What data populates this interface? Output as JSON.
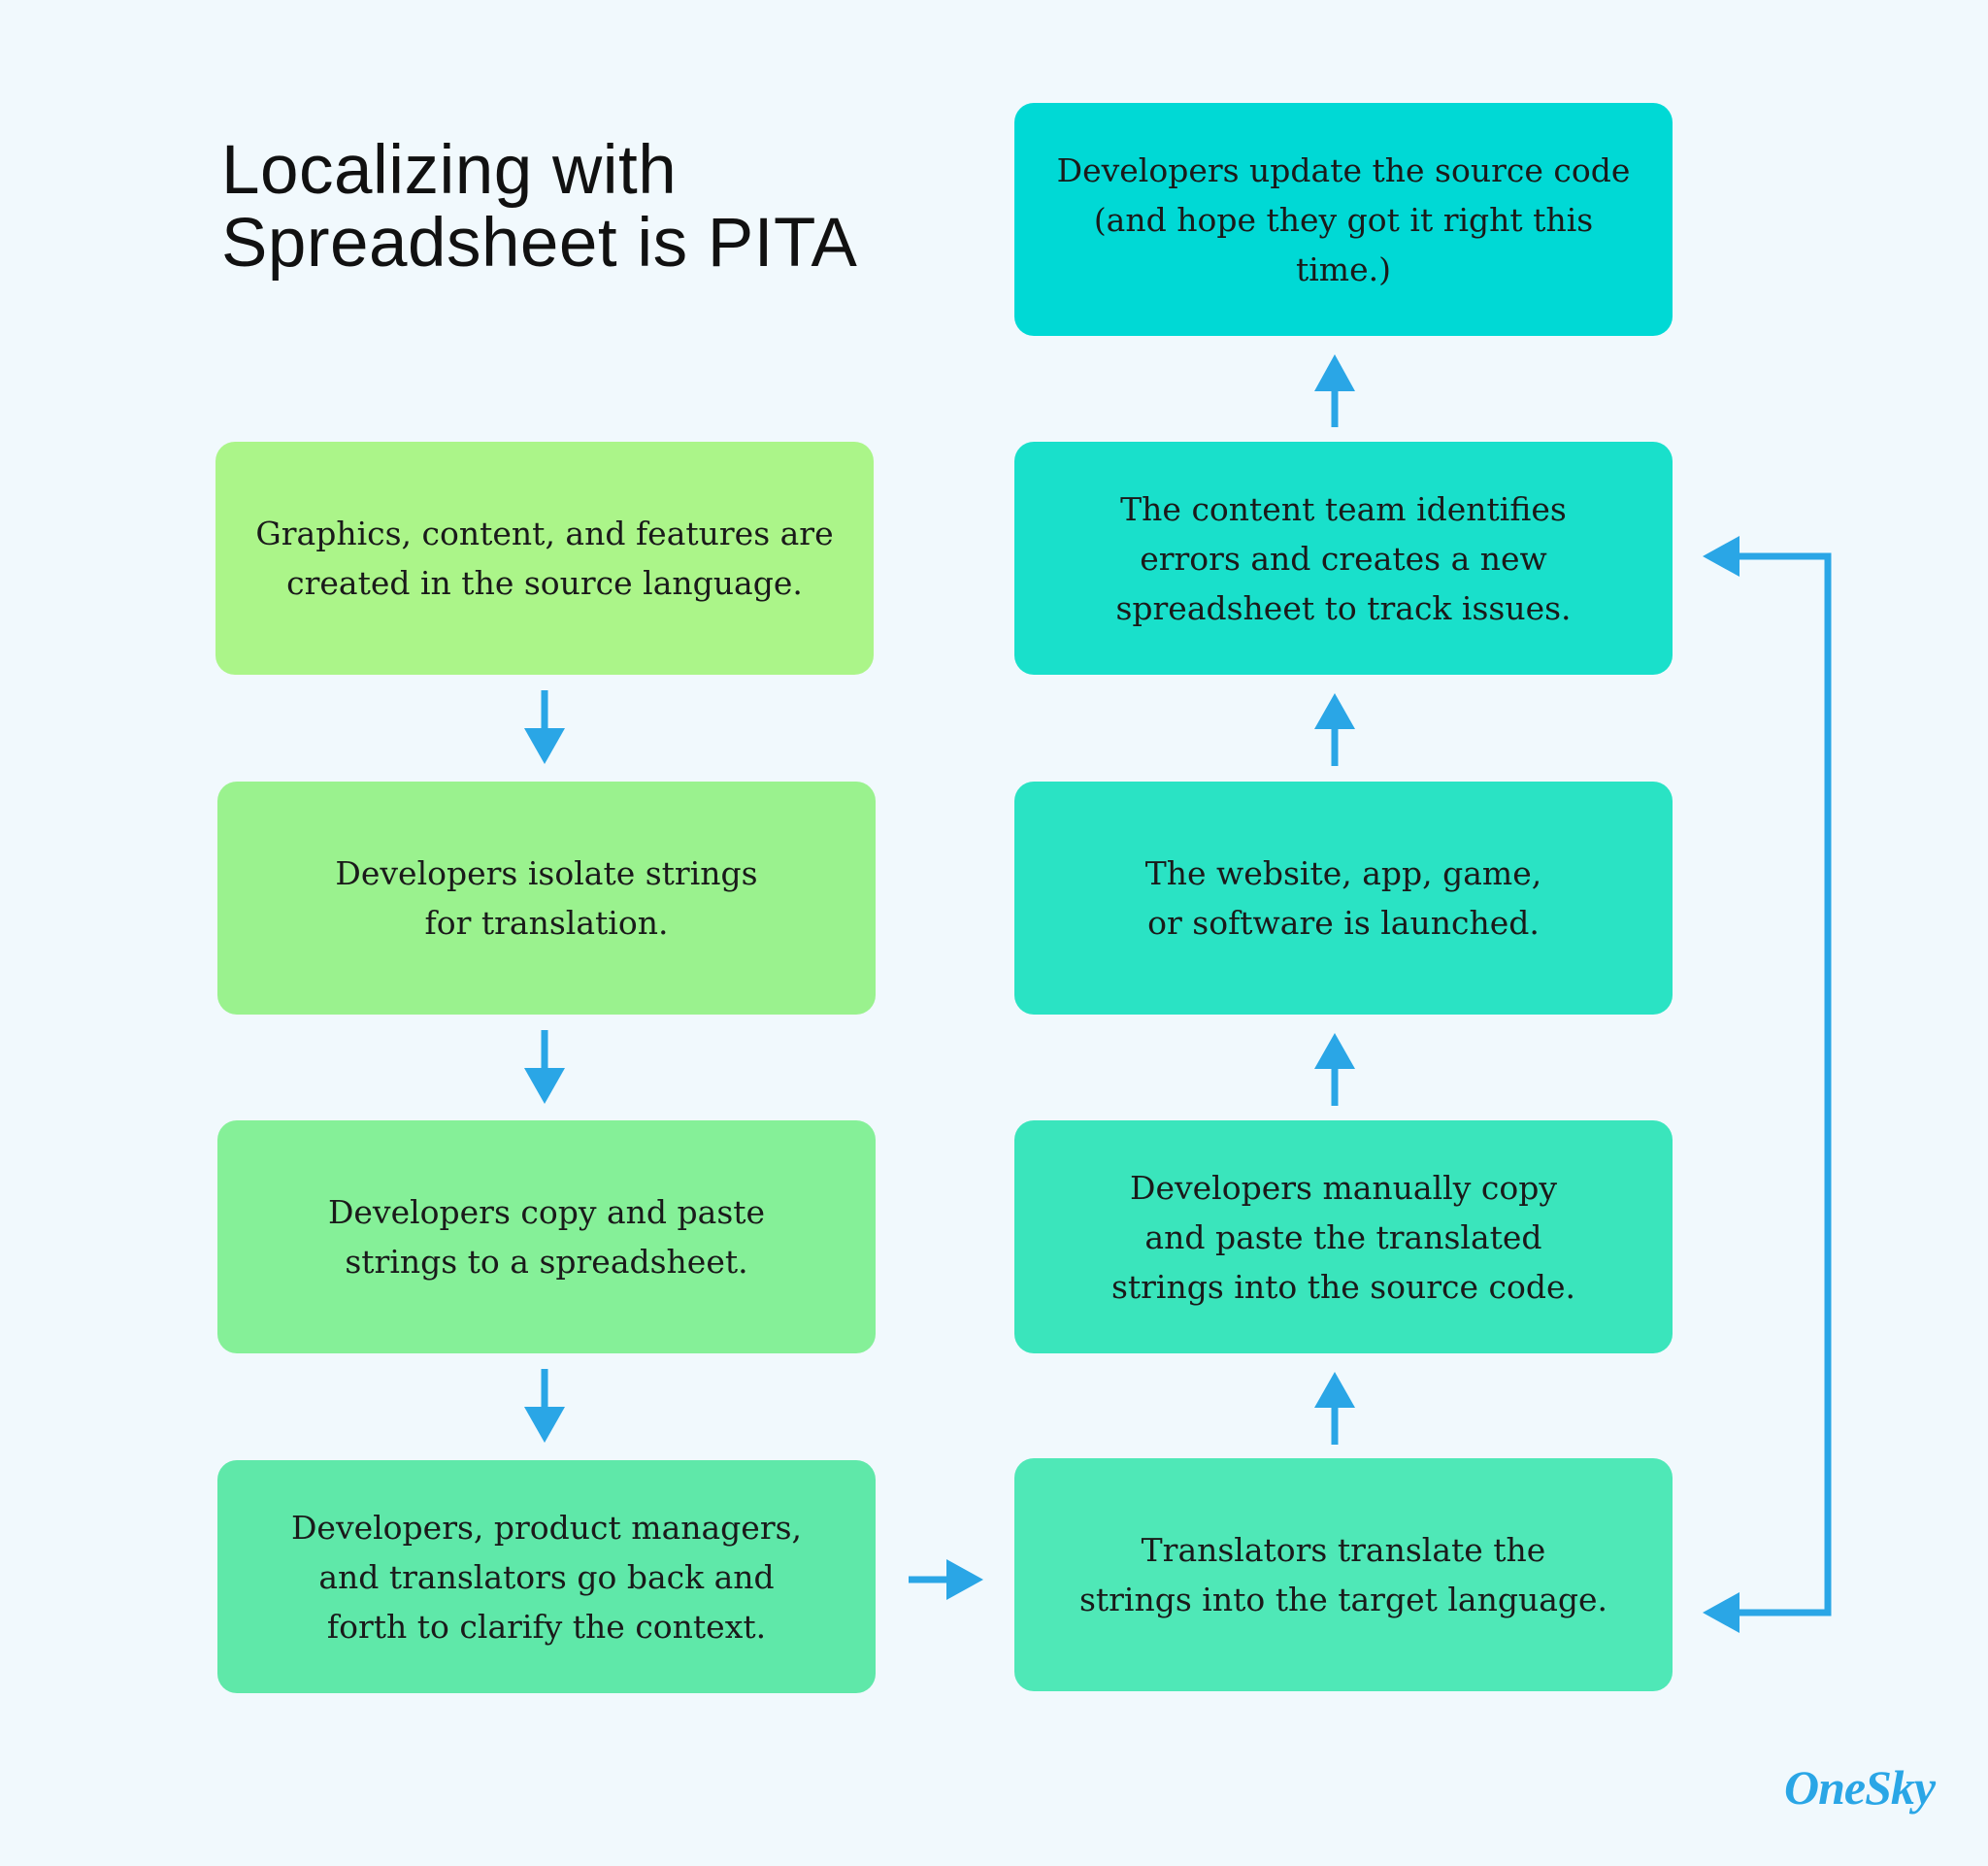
{
  "title": {
    "line1": "Localizing with",
    "line2": "Spreadsheet is PITA"
  },
  "steps": [
    {
      "text": "Graphics, content, and features are\ncreated in the source language.",
      "color": "#abf589"
    },
    {
      "text": "Developers isolate strings\nfor translation.",
      "color": "#9af28e"
    },
    {
      "text": "Developers copy and paste\nstrings to a spreadsheet.",
      "color": "#85f098"
    },
    {
      "text": "Developers, product managers,\nand translators go back and\nforth to clarify the context.",
      "color": "#5fe8a9"
    },
    {
      "text": "Translators translate the\nstrings into the target language.",
      "color": "#4fe8b7"
    },
    {
      "text": "Developers manually copy\nand paste the translated\nstrings into the source code.",
      "color": "#3ae5bc"
    },
    {
      "text": "The website, app, game,\nor software is launched.",
      "color": "#2ae3c4"
    },
    {
      "text": "The content team identifies\nerrors and creates a new\nspreadsheet to track issues.",
      "color": "#19e0cb"
    },
    {
      "text": "Developers update the source code\n(and hope they got it right this time.)",
      "color": "#00d9d5"
    }
  ],
  "arrow_color": "#2aa6e6",
  "logo": "OneSky"
}
